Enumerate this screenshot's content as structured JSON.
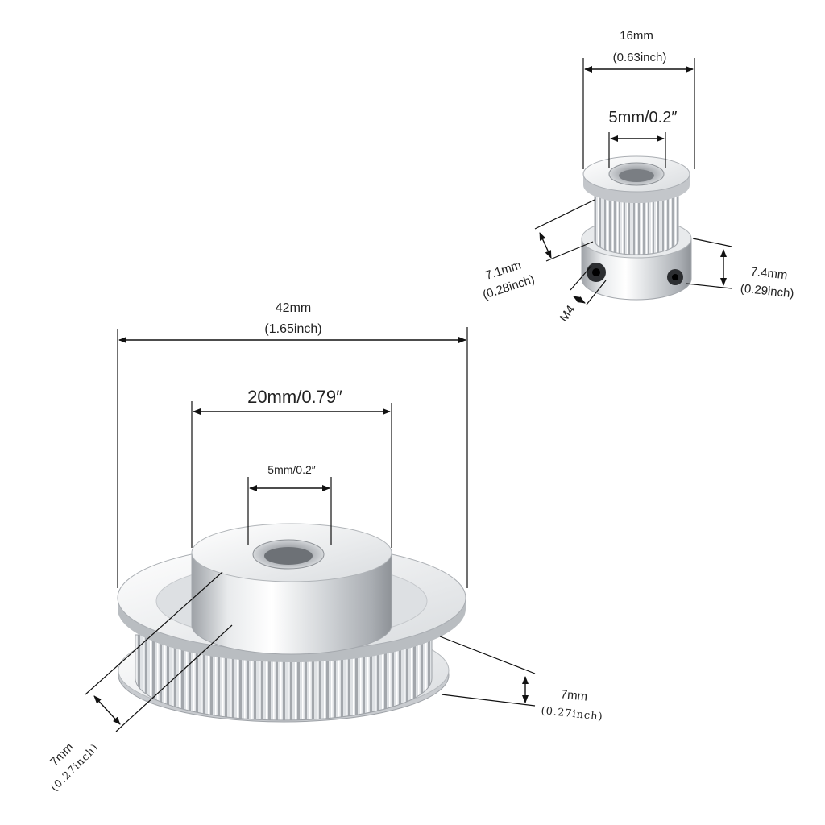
{
  "large_pulley": {
    "outer_diameter_mm": "42mm",
    "outer_diameter_inch": "(1.65inch)",
    "hub_diameter": "20mm/0.79″",
    "bore_diameter": "5mm/0.2″",
    "hub_height_mm": "7mm",
    "hub_height_inch": "(0.27inch)",
    "tooth_width_mm": "7mm",
    "tooth_width_inch": "(0.27inch)"
  },
  "small_pulley": {
    "flange_diameter_mm": "16mm",
    "flange_diameter_inch": "(0.63inch)",
    "bore_diameter": "5mm/0.2″",
    "tooth_height_mm": "7.1mm",
    "tooth_height_inch": "(0.28inch)",
    "hub_height_mm": "7.4mm",
    "hub_height_inch": "(0.29inch)",
    "set_screw": "M4"
  },
  "colors": {
    "metal_light": "#f4f5f6",
    "metal_mid": "#c9ccd0",
    "metal_dark": "#8e9297",
    "line": "#111111"
  }
}
